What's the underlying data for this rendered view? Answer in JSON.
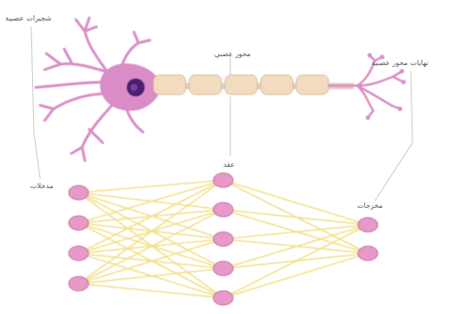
{
  "neuron": {
    "dendrites_label": "شجيرات عصبية",
    "axon_label": "محور عصبي",
    "axon_terminal_label": "نهايات محور عصبية"
  },
  "network": {
    "inputs_label": "مدخلات",
    "hidden_label": "عقد",
    "outputs_label": "مخرجات",
    "layers": [
      4,
      5,
      2
    ]
  },
  "colors": {
    "neuron_body": "#d98cc6",
    "nucleus": "#4b1f6b",
    "axon": "#f2dcc0",
    "node_fill": "#e79ac8",
    "node_stroke": "#c36aa2",
    "edge": "#f2e08a"
  }
}
